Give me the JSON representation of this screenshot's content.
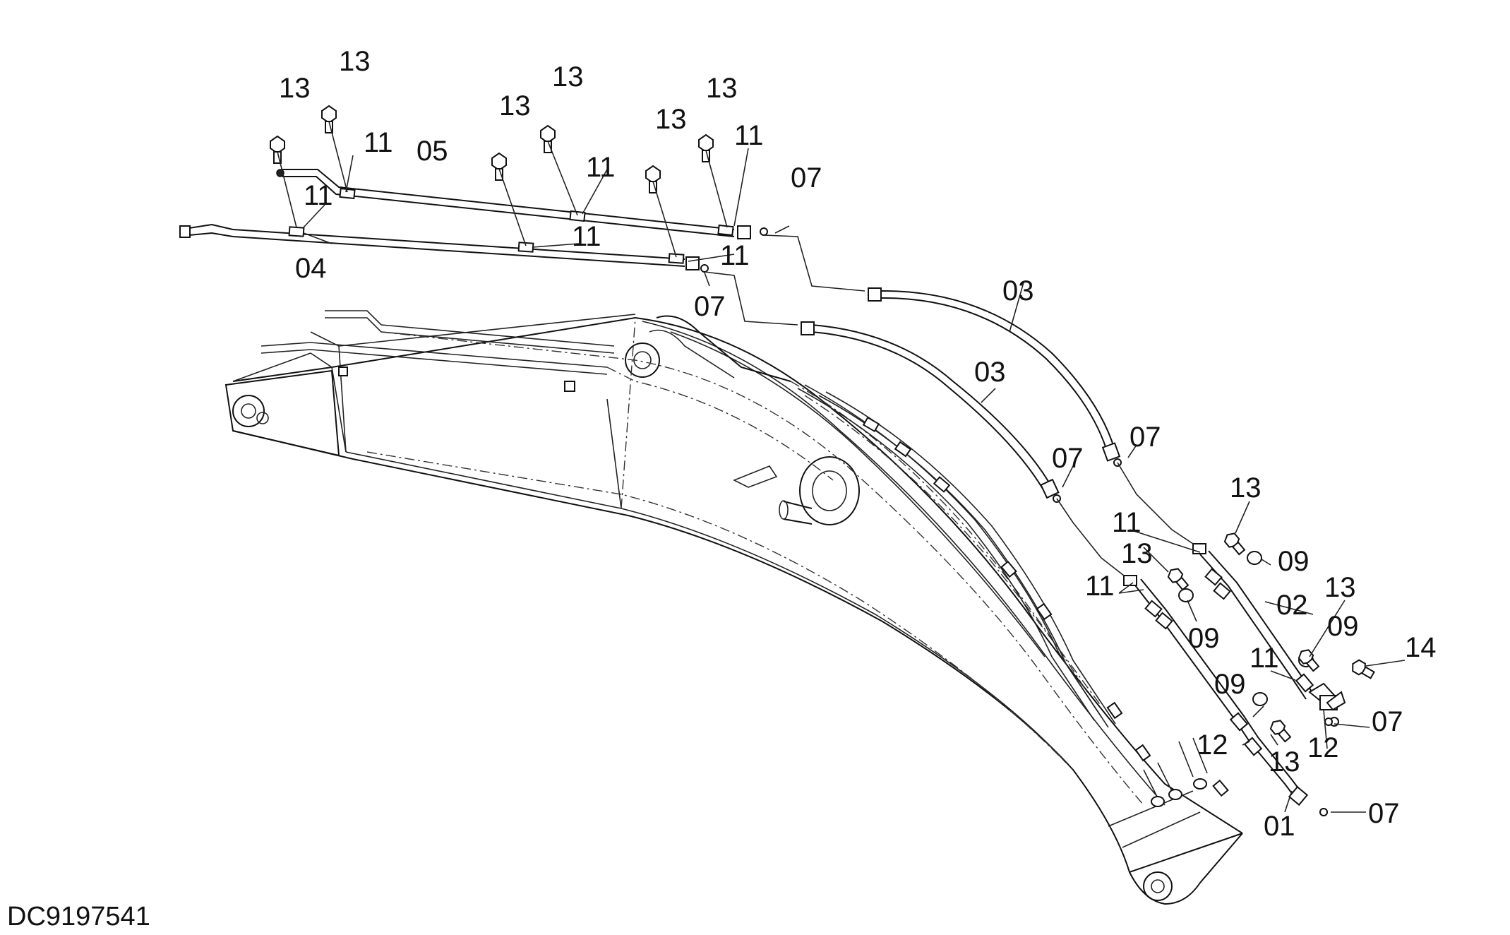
{
  "diagram": {
    "drawing_code": "DC9197541",
    "callouts": [
      "13",
      "13",
      "11",
      "05",
      "11",
      "13",
      "13",
      "11",
      "13",
      "13",
      "11",
      "07",
      "04",
      "11",
      "11",
      "07",
      "03",
      "03",
      "07",
      "07",
      "13",
      "11",
      "13",
      "09",
      "11",
      "09",
      "02",
      "13",
      "09",
      "14",
      "11",
      "09",
      "07",
      "12",
      "13",
      "12",
      "01",
      "07"
    ]
  }
}
